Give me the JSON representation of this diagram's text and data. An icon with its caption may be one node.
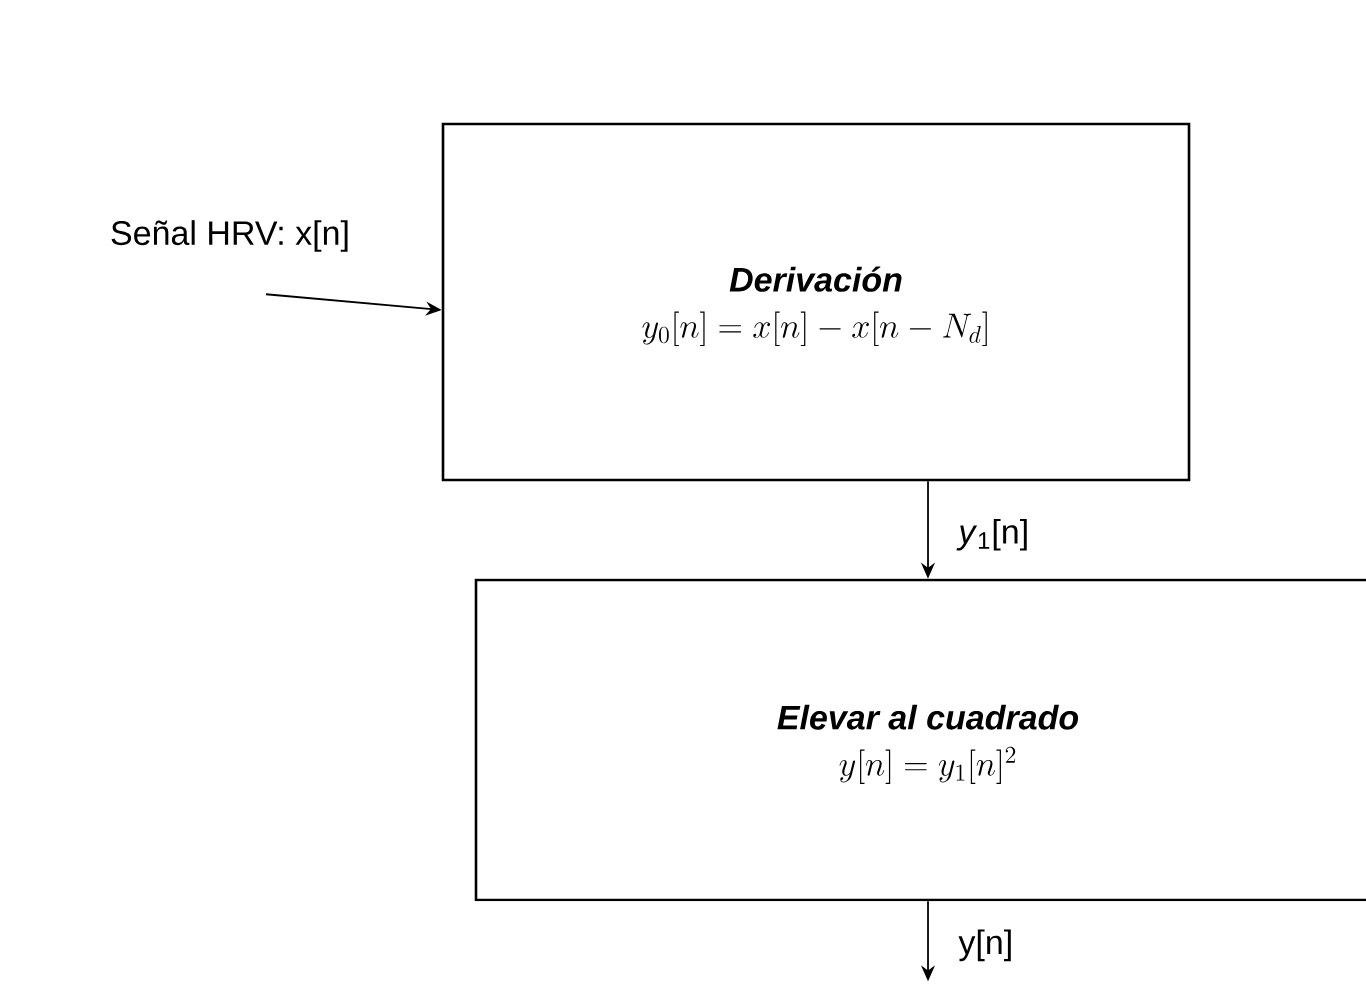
{
  "diagram": {
    "nodes": [
      {
        "text": [
          "Señal HRV: x[n]"
        ]
      },
      {
        "text": [
          "Derivación",
          "y_0[n] = x[n] - x[n - N_d]"
        ]
      },
      {
        "text": [
          "Elevar al cuadrado",
          "y[n] = y_1[n]^2"
        ]
      }
    ],
    "edges": [
      {
        "from": 0,
        "to": 1,
        "arrow": "to"
      },
      {
        "from": 1,
        "to": 2,
        "arrow": "to",
        "label": "*y*$_{1}$[n]"
      },
      {
        "from": 2,
        "to": null,
        "arrow": "to",
        "label": "y[n]"
      }
    ]
  }
}
